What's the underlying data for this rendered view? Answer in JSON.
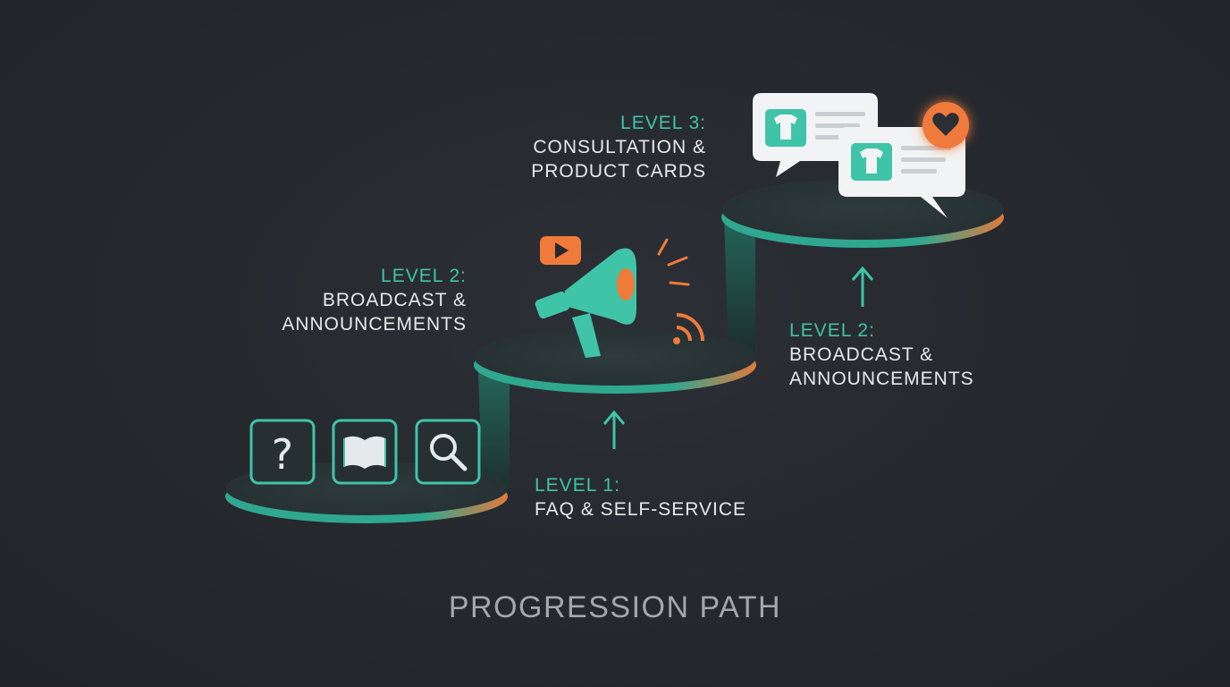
{
  "labels": {
    "level3_upper": {
      "level": "LEVEL 3:",
      "text": "CONSULTATION &\nPRODUCT CARDS"
    },
    "level2_left": {
      "level": "LEVEL 2:",
      "text": "BROADCAST &\nANNOUNCEMENTS"
    },
    "level2_right": {
      "level": "LEVEL 2:",
      "text": "BROADCAST &\nANNOUNCEMENTS"
    },
    "level1": {
      "level": "LEVEL 1:",
      "text": "FAQ & SELF-SERVICE"
    }
  },
  "footer": {
    "title": "PROGRESSION PATH"
  },
  "icons": {
    "level1": [
      "question-icon",
      "book-icon",
      "search-icon"
    ],
    "level2": [
      "play-icon",
      "megaphone-icon",
      "signal-icon"
    ],
    "level3": [
      "product-card-icon",
      "product-card-icon",
      "heart-icon"
    ]
  },
  "colors": {
    "accent": "#3fc4a8",
    "highlight": "#f07a3a",
    "background": "#25282d",
    "text": "#e6e9ec"
  }
}
